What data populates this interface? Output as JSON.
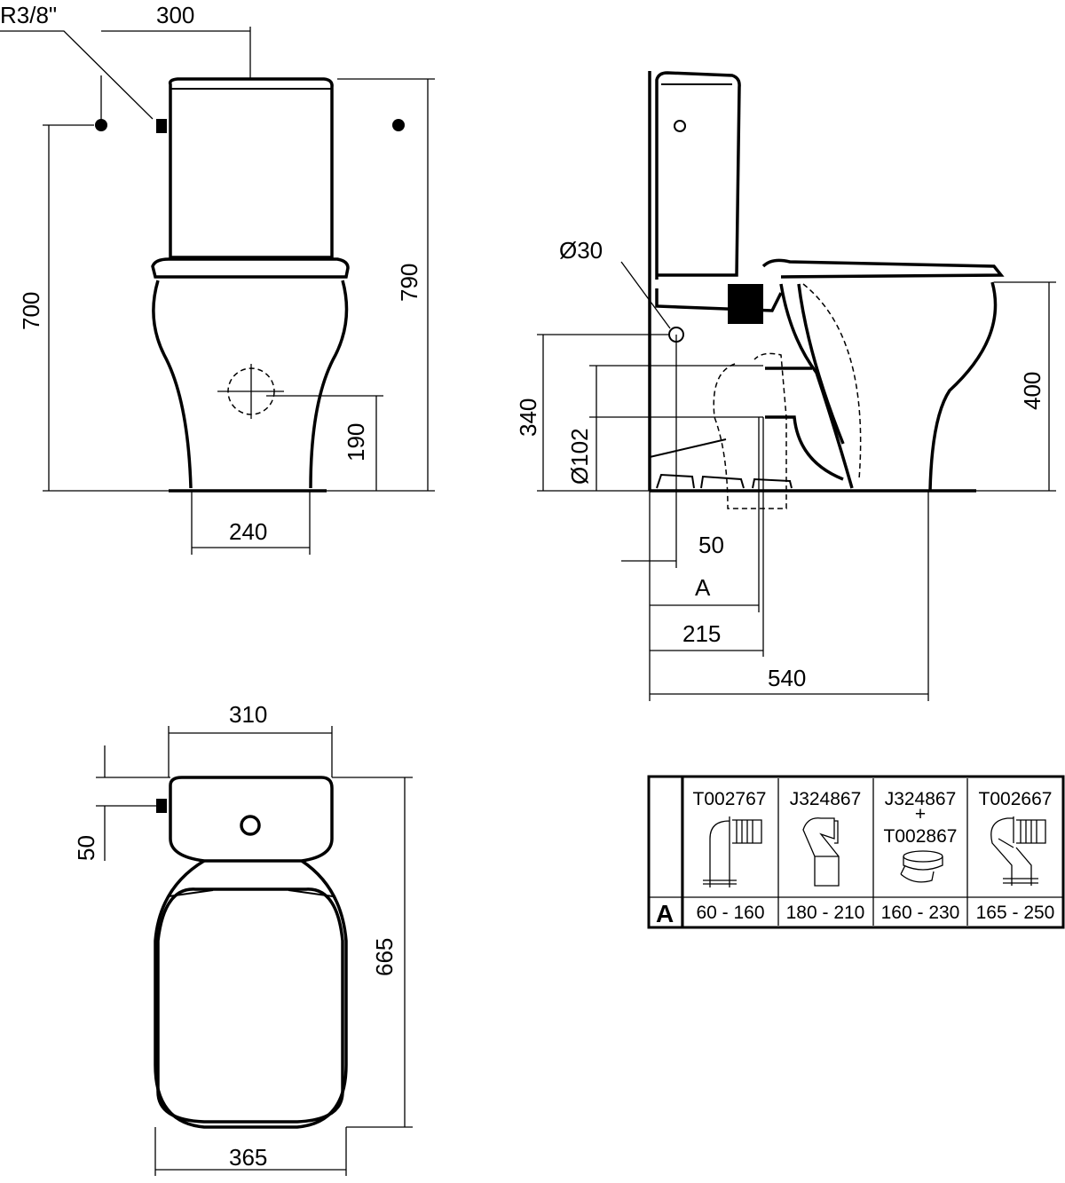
{
  "front_view": {
    "thread_label": "R3/8\"",
    "dim_tank_width": "300",
    "dim_inlet_height": "700",
    "dim_total_height": "790",
    "dim_outlet_height": "190",
    "dim_base_width": "240"
  },
  "side_view": {
    "dim_inlet_diameter": "Ø30",
    "dim_inlet_height": "340",
    "dim_outlet_diameter": "Ø102",
    "dim_seat_height": "400",
    "dim_inlet_offset": "50",
    "dim_variable": "A",
    "dim_outlet_center": "215",
    "dim_total_depth": "540"
  },
  "top_view": {
    "dim_tank_width": "310",
    "dim_inlet_offset": "50",
    "dim_total_length": "665",
    "dim_bowl_width": "365"
  },
  "connector_table": {
    "row_label": "A",
    "columns": [
      {
        "code": "T002767",
        "range": "60 - 160",
        "icon": "pan-connector-90-bend-icon"
      },
      {
        "code": "J324867",
        "range": "180 - 210",
        "icon": "pan-connector-offset-icon"
      },
      {
        "code": "J324867",
        "plus": "+",
        "code2": "T002867",
        "range": "160 - 230",
        "icon": "pan-collar-icon"
      },
      {
        "code": "T002667",
        "range": "165 - 250",
        "icon": "pan-connector-flexible-bend-icon"
      }
    ]
  }
}
